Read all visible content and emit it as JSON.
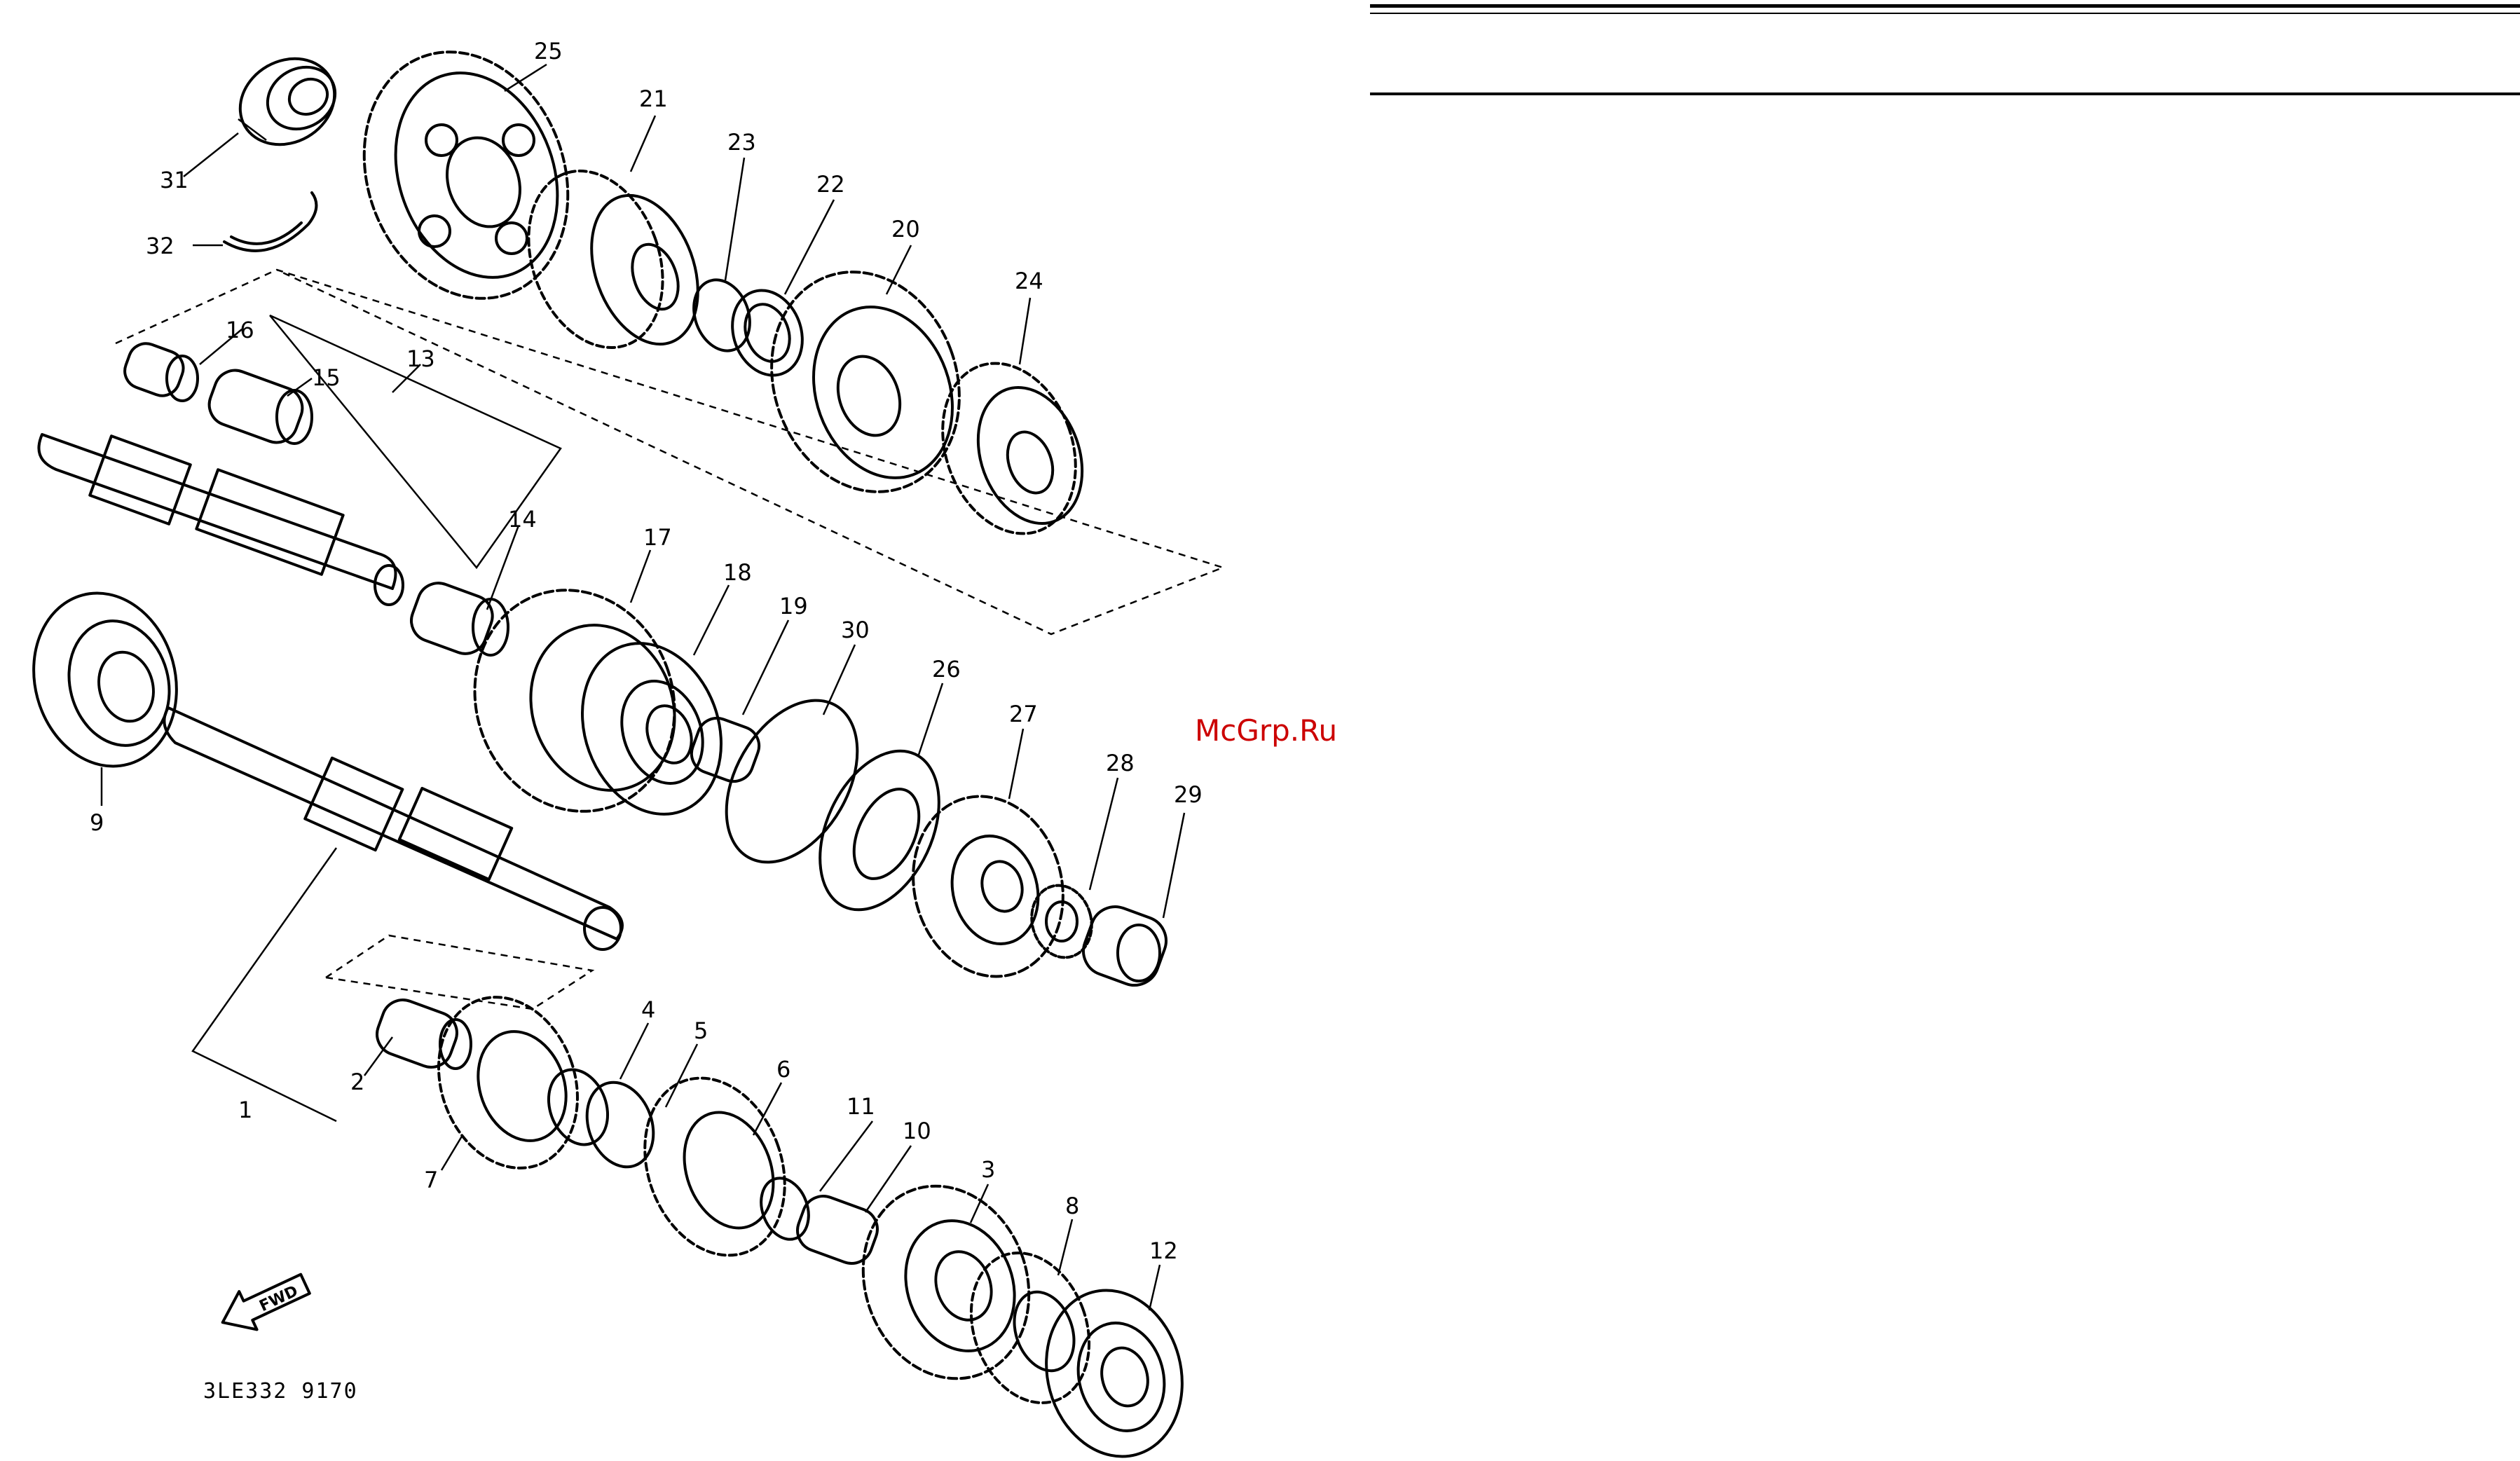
{
  "diagram": {
    "code": "3LE332 9170",
    "fwd_label": "FWD",
    "parts": [
      {
        "n": "1"
      },
      {
        "n": "2"
      },
      {
        "n": "3"
      },
      {
        "n": "4"
      },
      {
        "n": "5"
      },
      {
        "n": "6"
      },
      {
        "n": "7"
      },
      {
        "n": "8"
      },
      {
        "n": "9"
      },
      {
        "n": "10"
      },
      {
        "n": "11"
      },
      {
        "n": "12"
      },
      {
        "n": "13"
      },
      {
        "n": "14"
      },
      {
        "n": "15"
      },
      {
        "n": "16"
      },
      {
        "n": "17"
      },
      {
        "n": "18"
      },
      {
        "n": "19"
      },
      {
        "n": "20"
      },
      {
        "n": "21"
      },
      {
        "n": "22"
      },
      {
        "n": "23"
      },
      {
        "n": "24"
      },
      {
        "n": "25"
      },
      {
        "n": "26"
      },
      {
        "n": "27"
      },
      {
        "n": "28"
      },
      {
        "n": "29"
      },
      {
        "n": "30"
      },
      {
        "n": "31"
      },
      {
        "n": "32"
      }
    ]
  },
  "watermark": "McGrp.Ru"
}
